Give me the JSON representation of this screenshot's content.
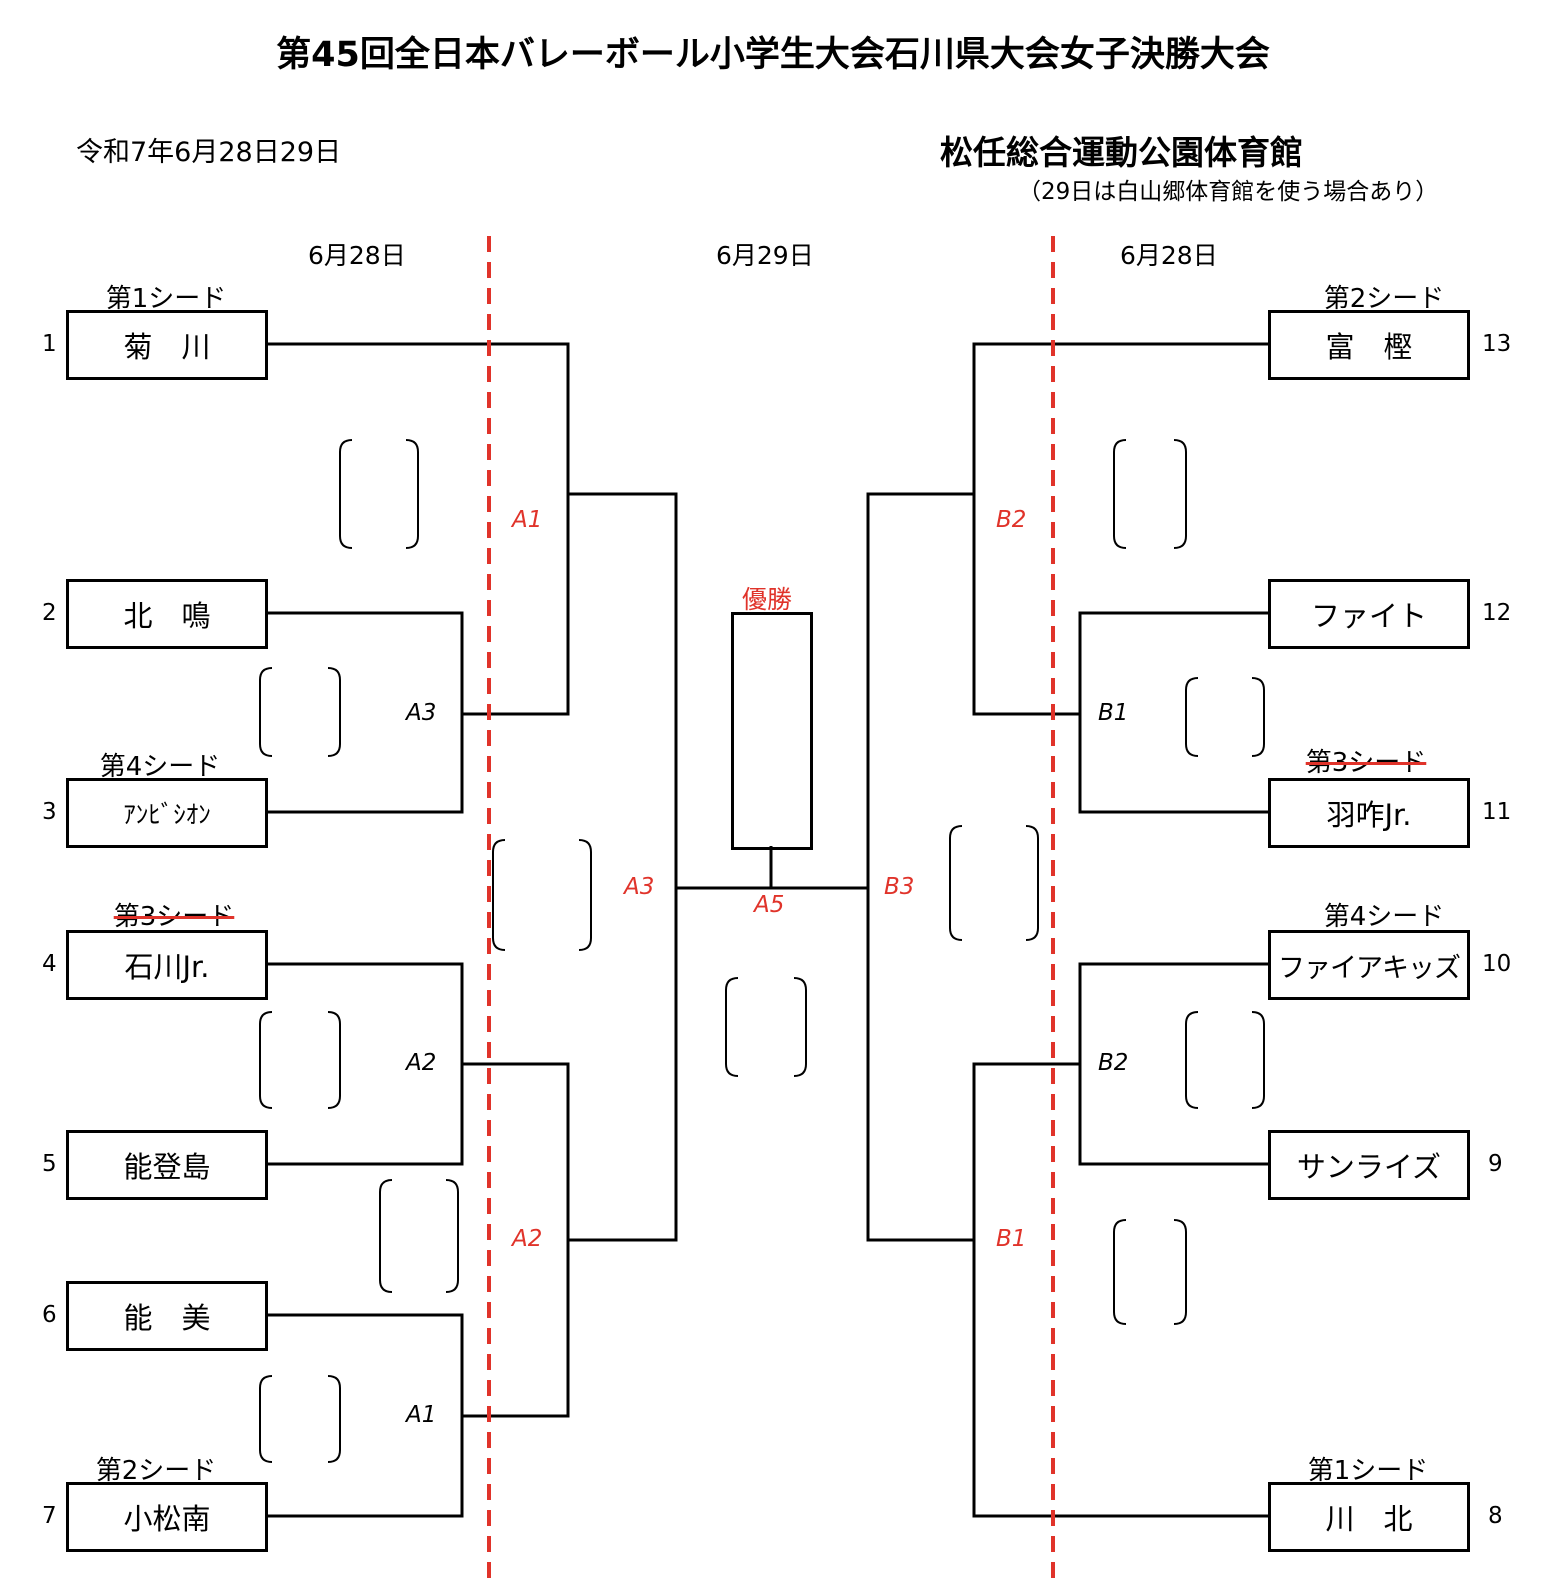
{
  "title": "第45回全日本バレーボール小学生大会石川県大会女子決勝大会",
  "date": "令和7年6月28日29日",
  "venue": "松任総合運動公園体育館",
  "venue_note": "（29日は白山郷体育館を使う場合あり）",
  "day_labels": {
    "left": "6月28日",
    "center": "6月29日",
    "right": "6月28日"
  },
  "left_teams": [
    {
      "num": "1",
      "name": "菊　川",
      "seed": "第1シード"
    },
    {
      "num": "2",
      "name": "北　鳴",
      "seed": ""
    },
    {
      "num": "3",
      "name": "ｱﾝﾋﾞｼｵﾝ",
      "seed": "第4シード"
    },
    {
      "num": "4",
      "name": "石川Jr.",
      "seed": "第3シード",
      "seed_struck": true
    },
    {
      "num": "5",
      "name": "能登島",
      "seed": ""
    },
    {
      "num": "6",
      "name": "能　美",
      "seed": ""
    },
    {
      "num": "7",
      "name": "小松南",
      "seed": "第2シード"
    }
  ],
  "right_teams": [
    {
      "num": "13",
      "name": "富　樫",
      "seed": "第2シード"
    },
    {
      "num": "12",
      "name": "ファイト",
      "seed": ""
    },
    {
      "num": "11",
      "name": "羽咋Jr.",
      "seed": "第3シード",
      "seed_struck": true
    },
    {
      "num": "10",
      "name": "ファイアキッズ",
      "seed": "第4シード"
    },
    {
      "num": "9",
      "name": "サンライズ",
      "seed": ""
    },
    {
      "num": "8",
      "name": "川　北",
      "seed": "第1シード"
    }
  ],
  "matches": {
    "left_a3_inner": "A3",
    "left_a2_inner": "A2",
    "left_a1_inner": "A1",
    "left_a1_outer": "A1",
    "left_a2_outer": "A2",
    "left_a3_semi": "A3",
    "final": "A5",
    "right_b3_semi": "B3",
    "right_b2_outer": "B2",
    "right_b1_outer": "B1",
    "right_b1_inner": "B1",
    "right_b2_inner": "B2"
  },
  "champion_label": "優勝",
  "colors": {
    "accent_red": "#e0332a",
    "line": "#000000"
  }
}
